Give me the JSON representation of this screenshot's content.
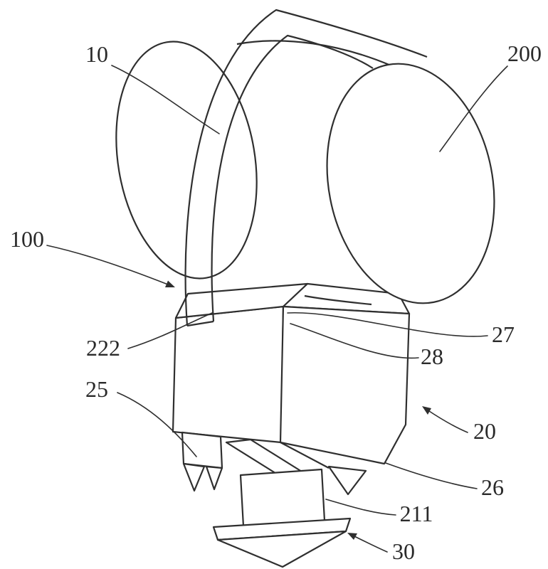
{
  "figure": {
    "background": "#ffffff",
    "line_color": "#2f2f2f",
    "label_color": "#2a2a2a",
    "labels": [
      {
        "ref": "10"
      },
      {
        "ref": "200"
      },
      {
        "ref": "100"
      },
      {
        "ref": "222"
      },
      {
        "ref": "27"
      },
      {
        "ref": "28"
      },
      {
        "ref": "25"
      },
      {
        "ref": "20"
      },
      {
        "ref": "26"
      },
      {
        "ref": "211"
      },
      {
        "ref": "30"
      }
    ]
  }
}
